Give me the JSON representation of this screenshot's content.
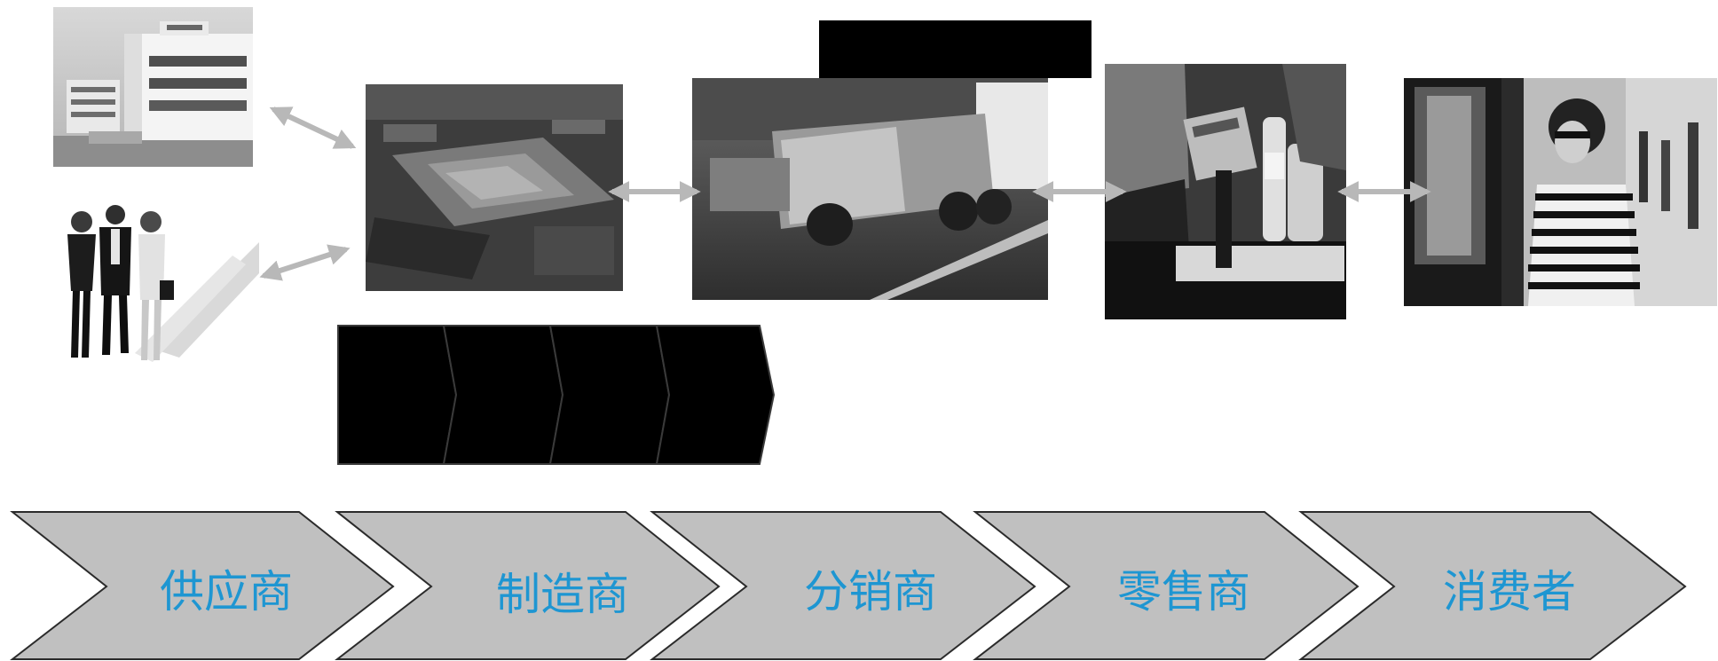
{
  "stages": [
    {
      "label": "供应商"
    },
    {
      "label": "制造商"
    },
    {
      "label": "分销商"
    },
    {
      "label": "零售商"
    },
    {
      "label": "消费者"
    }
  ],
  "images": [
    {
      "name": "factory-photo"
    },
    {
      "name": "business-people-photo"
    },
    {
      "name": "warehouse-aerial-photo"
    },
    {
      "name": "truck-photo"
    },
    {
      "name": "retail-checkout-photo"
    },
    {
      "name": "shopper-photo"
    }
  ],
  "colors": {
    "chevron_fill": "#c0c0c0",
    "chevron_stroke": "#2b2b2b",
    "label": "#1e96d2",
    "connector": "#b8b8b8"
  }
}
